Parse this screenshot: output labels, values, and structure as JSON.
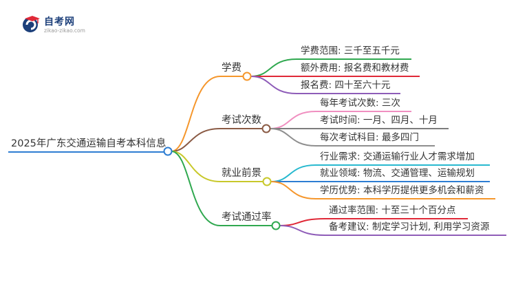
{
  "brand": {
    "name": "自考网",
    "url": "zikao-zikao.com",
    "logo_icon": "graduation-cap-icon"
  },
  "mindmap": {
    "root": "2025年广东交通运输自考本科信息",
    "branches": [
      {
        "label": "学费",
        "color": "#f5962b",
        "leaves": [
          {
            "text": "学费范围: 三千至五千元",
            "color": "#2fa84f"
          },
          {
            "text": "额外费用: 报名费和教材费",
            "color": "#e02837"
          },
          {
            "text": "报名费: 四十至六十元",
            "color": "#8e5cb8"
          }
        ]
      },
      {
        "label": "考试次数",
        "color": "#8a5a44",
        "leaves": [
          {
            "text": "每年考试次数: 三次",
            "color": "#f08fc0"
          },
          {
            "text": "考试时间: 一月、四月、十月",
            "color": "#7c7c7c"
          },
          {
            "text": "每次考试科目: 最多四门",
            "color": "#8e8e8e"
          }
        ]
      },
      {
        "label": "就业前景",
        "color": "#c8c82a",
        "leaves": [
          {
            "text": "行业需求: 交通运输行业人才需求增加",
            "color": "#27b9cf"
          },
          {
            "text": "就业领域: 物流、交通管理、运输规划",
            "color": "#2d7dd2"
          },
          {
            "text": "学历优势: 本科学历提供更多机会和薪资",
            "color": "#f5962b"
          }
        ]
      },
      {
        "label": "考试通过率",
        "color": "#2fa84f",
        "leaves": [
          {
            "text": "通过率范围: 十至三十个百分点",
            "color": "#e02837"
          },
          {
            "text": "备考建议: 制定学习计划, 利用学习资源",
            "color": "#8e5cb8"
          }
        ]
      }
    ],
    "root_color": "#2d7dd2"
  }
}
